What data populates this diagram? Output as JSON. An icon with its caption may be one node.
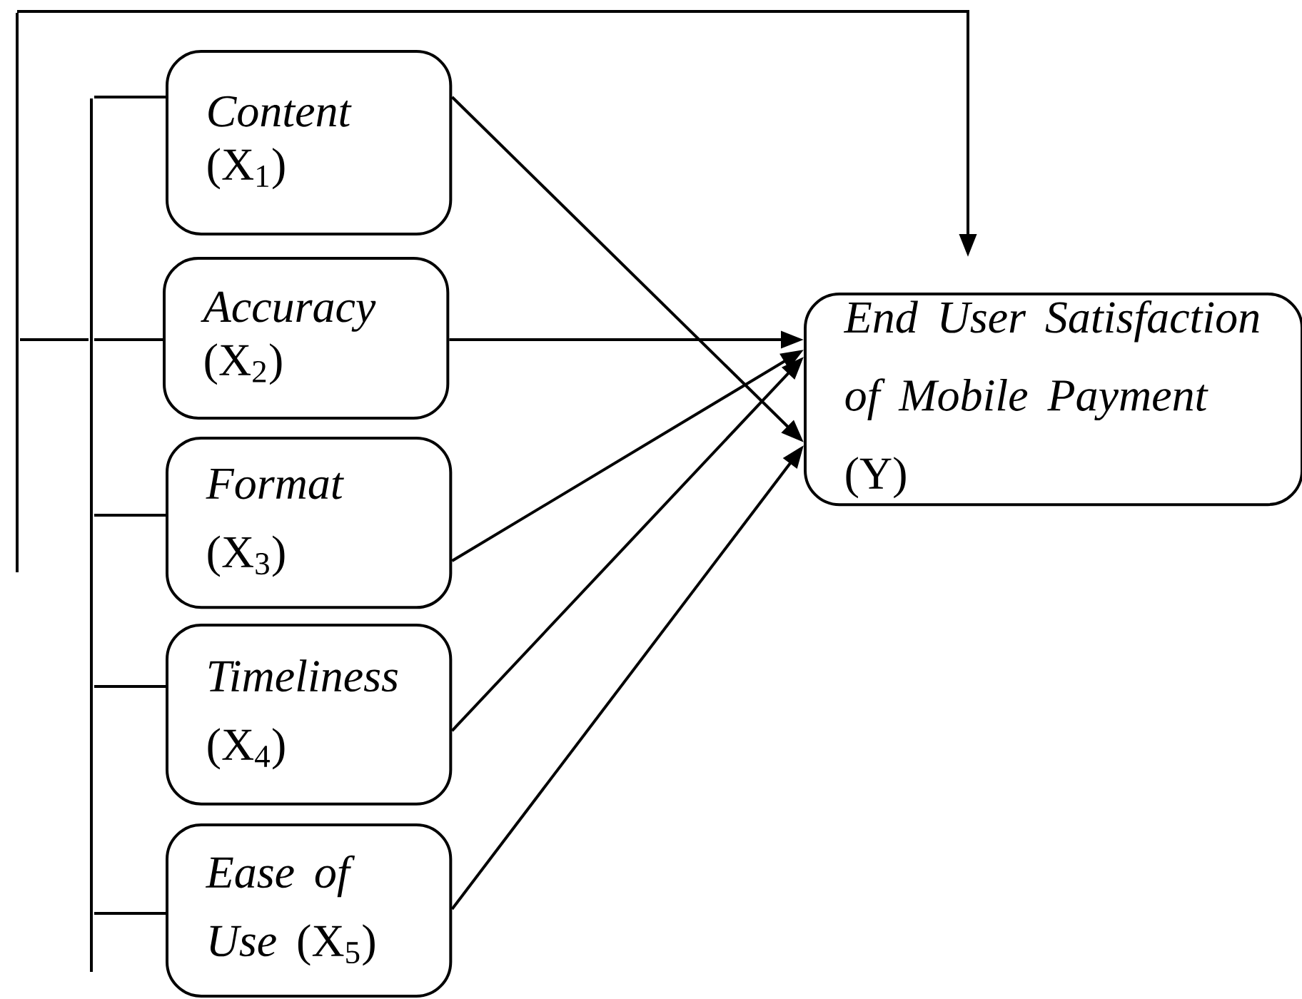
{
  "diagram": {
    "nodes": [
      {
        "text": [
          "*Content* (X$_{1}$)"
        ]
      },
      {
        "text": [
          "*Accuracy* (X$_{2}$)"
        ]
      },
      {
        "text": [
          "*Format* (X$_{3}$)"
        ]
      },
      {
        "text": [
          "*Timeliness* (X$_{4}$)"
        ]
      },
      {
        "text": [
          "*Ease of Use* (X$_{5}$)"
        ]
      },
      {
        "text": [
          "*End User Satisfaction of Mobile Payment* (Y)"
        ]
      },
      {
        "text": [],
        "shape": "bar"
      },
      {
        "text": [],
        "shape": "bar"
      }
    ],
    "edges": [
      {
        "from": 0,
        "to": 5,
        "arrow": "to"
      },
      {
        "from": 1,
        "to": 5,
        "arrow": "to"
      },
      {
        "from": 2,
        "to": 5,
        "arrow": "to"
      },
      {
        "from": 3,
        "to": 5,
        "arrow": "to"
      },
      {
        "from": 4,
        "to": 5,
        "arrow": "to"
      },
      {
        "from": 6,
        "to": 5,
        "arrow": "to"
      },
      {
        "from": 7,
        "to": 6,
        "arrow": "none"
      },
      {
        "from": 7,
        "to": 0,
        "arrow": "none"
      },
      {
        "from": 7,
        "to": 1,
        "arrow": "none"
      },
      {
        "from": 7,
        "to": 2,
        "arrow": "none"
      },
      {
        "from": 7,
        "to": 3,
        "arrow": "none"
      },
      {
        "from": 7,
        "to": 4,
        "arrow": "none"
      }
    ]
  }
}
